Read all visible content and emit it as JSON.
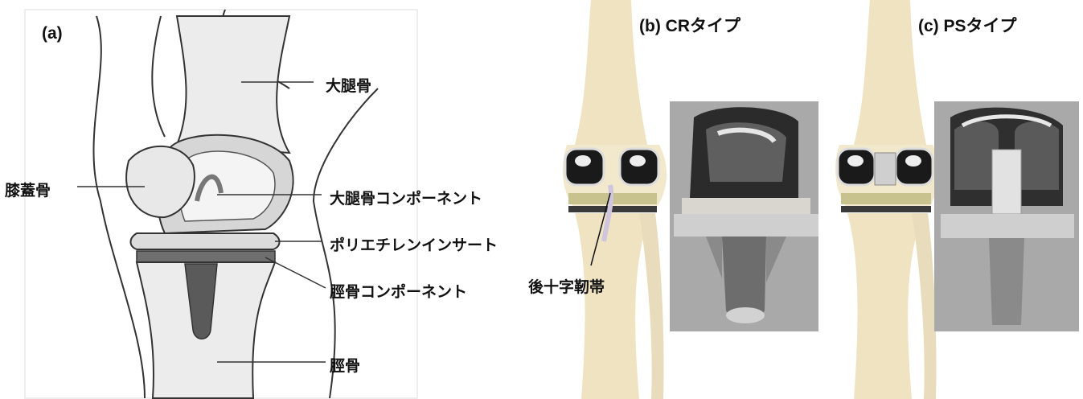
{
  "panel_a": {
    "label": "(a)",
    "callouts": {
      "femur": "大腿骨",
      "patella": "膝蓋骨",
      "femoral_component": "大腿骨コンポーネント",
      "polyethylene_insert": "ポリエチレンインサート",
      "tibial_component": "脛骨コンポーネント",
      "tibia": "脛骨"
    }
  },
  "panel_b": {
    "label": "(b) CRタイプ",
    "callout_pcl": "後十字靭帯"
  },
  "panel_c": {
    "label": "(c) PSタイプ"
  },
  "colors": {
    "bone": "#efe3c2",
    "metal": "#2b2b2b",
    "insert": "#d8d8d8",
    "photo_bg": "#a9a9a9"
  }
}
